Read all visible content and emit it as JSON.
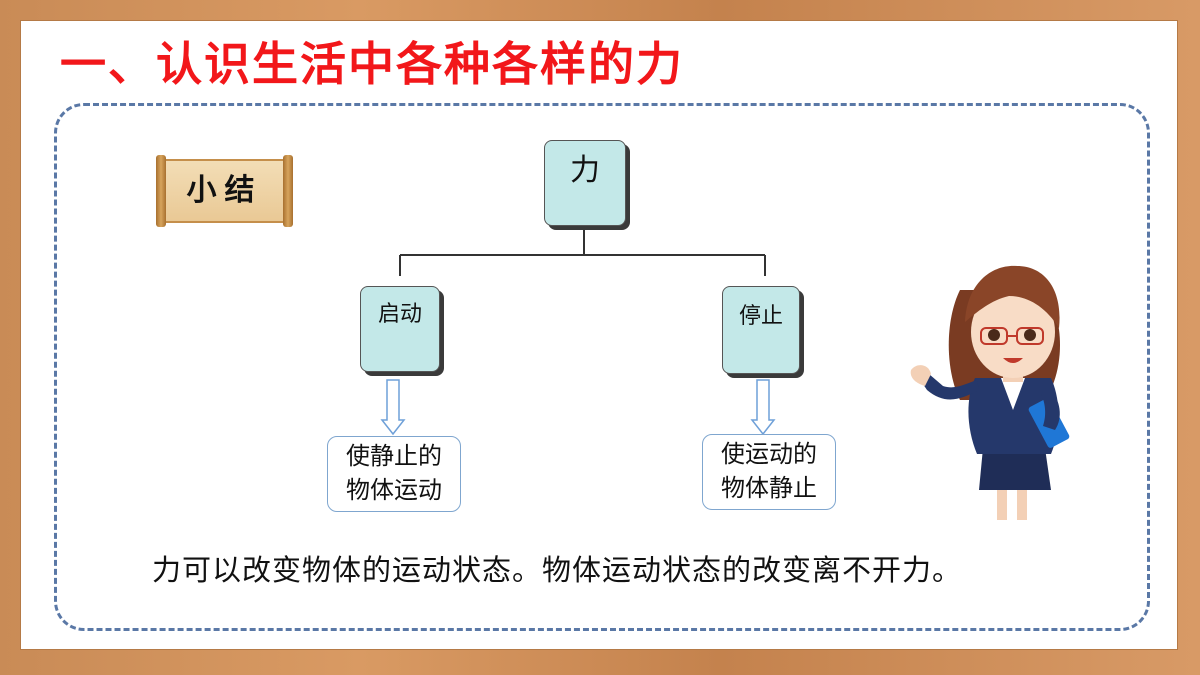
{
  "slide": {
    "title": "一、认识生活中各种各样的力",
    "badge": "小结",
    "summary": "力可以改变物体的运动状态。物体运动状态的改变离不开力。"
  },
  "diagram": {
    "root": "力",
    "children": [
      {
        "label": "启动",
        "result_line1": "使静止的",
        "result_line2": "物体运动"
      },
      {
        "label": "停止",
        "result_line1": "使运动的",
        "result_line2": "物体静止"
      }
    ]
  },
  "colors": {
    "title": "#f2171a",
    "box_fill": "#c3e8e8",
    "dash_border": "#5a78a6",
    "frame": "#d08f5a"
  },
  "icons": {
    "teacher": "cartoon-teacher-illustration"
  }
}
